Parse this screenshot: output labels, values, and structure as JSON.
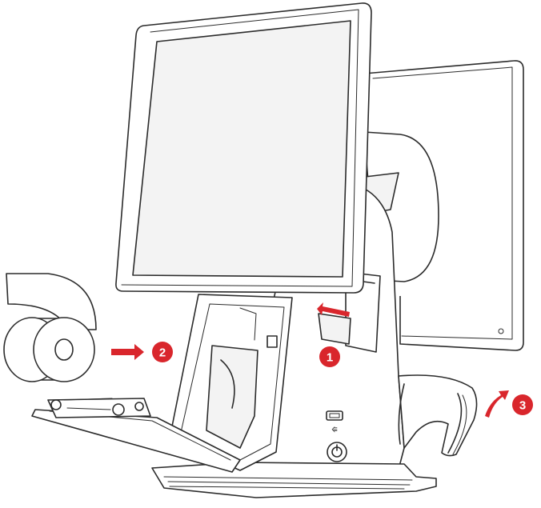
{
  "diagram": {
    "accent_color": "#d9262c",
    "line_color": "#2b2b2b",
    "steps": [
      {
        "number": "1",
        "arrow": "left-arrow-icon"
      },
      {
        "number": "2",
        "arrow": "right-arrow-icon"
      },
      {
        "number": "3",
        "arrow": "up-curved-arrow-icon"
      }
    ],
    "parts": {
      "main_display": "touchscreen",
      "rear_display": "customer-display",
      "paper_roll": "receipt-paper-roll",
      "printer_cover": "printer-cover-open",
      "ports": [
        "usb-port-icon",
        "power-button-icon"
      ]
    }
  }
}
